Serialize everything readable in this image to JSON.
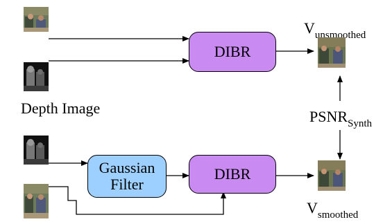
{
  "blocks": {
    "dibr_top": "DIBR",
    "dibr_bottom": "DIBR",
    "gaussian_line1": "Gaussian",
    "gaussian_line2": "Filter"
  },
  "labels": {
    "depth_image": "Depth Image",
    "v_unsmoothed_main": "V",
    "v_unsmoothed_sub": "unsmoothed",
    "psnr_main": "PSNR",
    "psnr_sub": "Synth",
    "v_smoothed_main": "V",
    "v_smoothed_sub": "smoothed"
  }
}
